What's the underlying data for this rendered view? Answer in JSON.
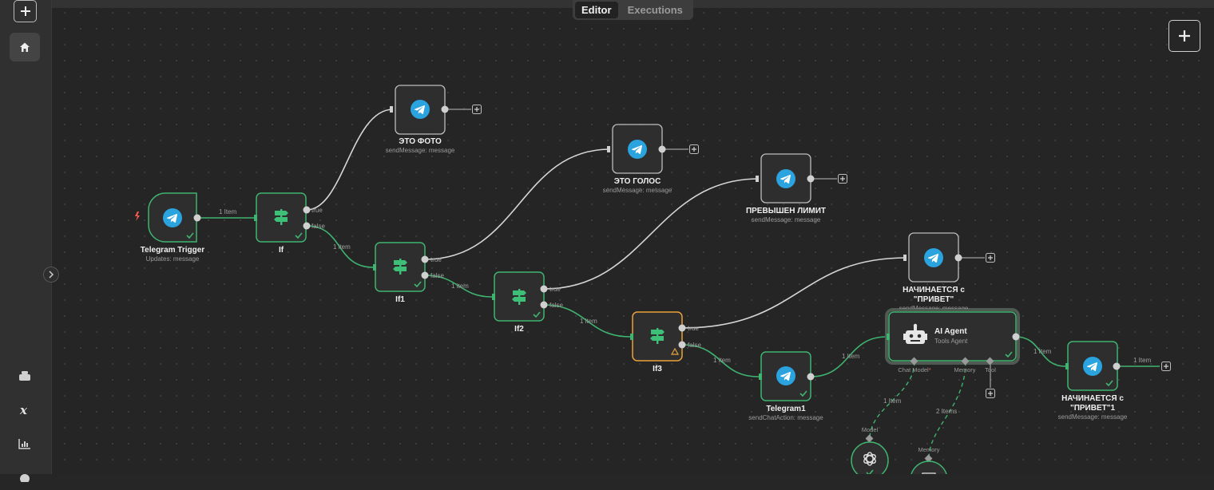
{
  "tabs": {
    "editor": "Editor",
    "executions": "Executions"
  },
  "nodes": {
    "telegram_trigger": {
      "title": "Telegram Trigger",
      "subtitle": "Updates: message"
    },
    "if": {
      "title": "If",
      "out_true": "true",
      "out_false": "false"
    },
    "if1": {
      "title": "If1",
      "out_true": "true",
      "out_false": "false"
    },
    "if2": {
      "title": "If2",
      "out_true": "true",
      "out_false": "false"
    },
    "if3": {
      "title": "If3",
      "out_true": "true",
      "out_false": "false"
    },
    "eto_foto": {
      "title": "ЭТО ФОТО",
      "subtitle": "sendMessage: message"
    },
    "eto_golos": {
      "title": "ЭТО ГОЛОС",
      "subtitle": "sendMessage: message"
    },
    "prevyshen": {
      "title": "ПРЕВЫШЕН ЛИМИТ",
      "subtitle": "sendMessage: message"
    },
    "nachinaetsya": {
      "title_line1": "НАЧИНАЕТСЯ с",
      "title_line2": "\"ПРИВЕТ\"",
      "subtitle": "sendMessage: message"
    },
    "telegram1": {
      "title": "Telegram1",
      "subtitle": "sendChatAction: message"
    },
    "ai_agent": {
      "title": "AI Agent",
      "subtitle": "Tools Agent",
      "port_chat_model": "Chat Model",
      "port_memory": "Memory",
      "port_tool": "Tool"
    },
    "nachinaetsya1": {
      "title_line1": "НАЧИНАЕТСЯ с",
      "title_line2": "\"ПРИВЕТ\"1",
      "subtitle": "sendMessage: message"
    },
    "model_node": {
      "label": "Model"
    },
    "memory_node": {
      "label": "Memory"
    }
  },
  "connections": {
    "trigger_to_if": "1 Item",
    "if_false_to_if1": "1 item",
    "if1_false_to_if2": "1 item",
    "if2_false_to_if3": "1 item",
    "if3_false_to_telegram1": "1 item",
    "telegram1_to_agent": "1 Item",
    "agent_to_final": "1 Item",
    "final_out": "1 Item",
    "model_to_agent": "1 Item",
    "memory_to_agent": "2 Items"
  },
  "icons": {
    "sidebar": [
      "plus-icon",
      "home-icon",
      "templates-icon",
      "variables-icon",
      "insights-icon"
    ],
    "telegram": "telegram-icon",
    "if": "if-signpost-icon",
    "agent": "robot-icon",
    "model": "openai-icon"
  },
  "colors": {
    "canvas": "#252525",
    "success": "#3fb370",
    "telegram": "#2aa3df",
    "warning": "#e8a23a",
    "connection": "#d0d0d0"
  }
}
